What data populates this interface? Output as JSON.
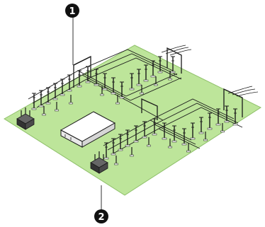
{
  "callouts": [
    {
      "number": "1"
    },
    {
      "number": "2"
    }
  ],
  "colors": {
    "ground_fill": "#bde59a",
    "ground_edge": "#8fc06a",
    "line_dark": "#1a1a1a",
    "marker_fill": "#111111",
    "building_fill": "#ffffff",
    "transformer_fill": "#444444"
  },
  "icons": [
    "switchyard-diagram",
    "transformer-icon",
    "control-building-icon",
    "gantry-icon",
    "callout-marker"
  ]
}
